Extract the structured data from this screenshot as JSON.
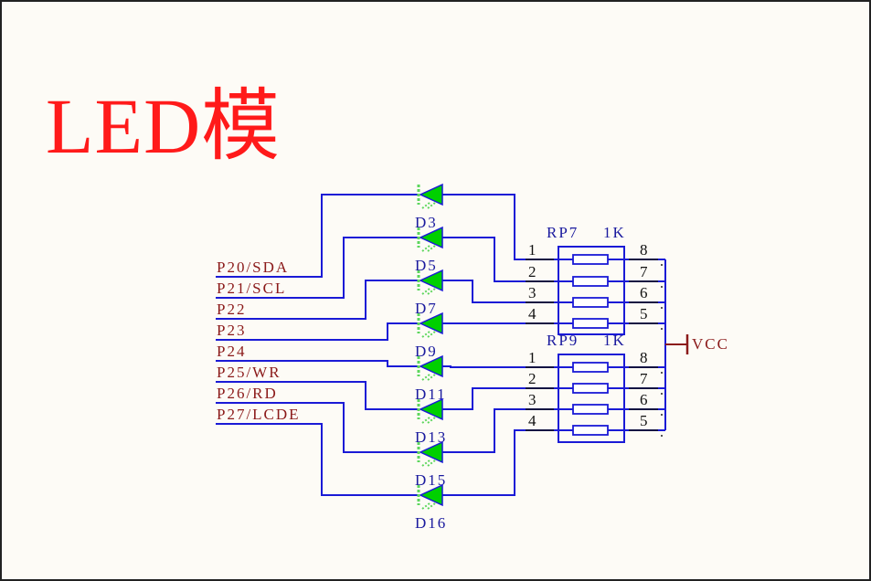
{
  "title": "LED模",
  "colors": {
    "wire": "#1a1ad6",
    "port_label": "#8b1a1a",
    "part_label": "#1a1a9e",
    "pin_number": "#111111",
    "led_fill": "#00d000",
    "led_dash": "#5cd65c",
    "title": "#ff1a1a"
  },
  "ports": [
    "P20/SDA",
    "P21/SCL",
    "P22",
    "P23",
    "P24",
    "P25/WR",
    "P26/RD",
    "P27/LCDE"
  ],
  "leds": [
    "D3",
    "D5",
    "D7",
    "D9",
    "D11",
    "D13",
    "D15",
    "D16"
  ],
  "resistor_packs": [
    {
      "ref": "RP7",
      "value": "1K",
      "pins_left": [
        "1",
        "2",
        "3",
        "4"
      ],
      "pins_right": [
        "8",
        "7",
        "6",
        "5"
      ]
    },
    {
      "ref": "RP9",
      "value": "1K",
      "pins_left": [
        "1",
        "2",
        "3",
        "4"
      ],
      "pins_right": [
        "8",
        "7",
        "6",
        "5"
      ]
    }
  ],
  "power": {
    "label": "VCC"
  }
}
